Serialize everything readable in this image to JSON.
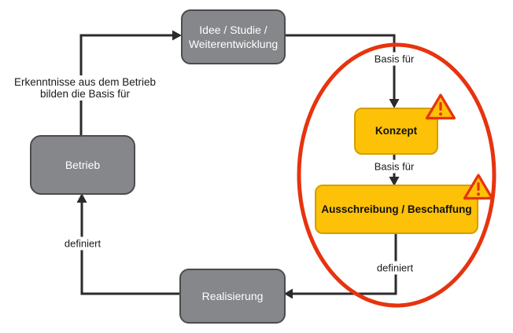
{
  "diagram": {
    "nodes": {
      "idee": {
        "line1": "Idee / Studie /",
        "line2": "Weiterentwicklung"
      },
      "betrieb": {
        "label": "Betrieb"
      },
      "realisierung": {
        "label": "Realisierung"
      },
      "konzept": {
        "label": "Konzept"
      },
      "ausschreibung": {
        "label": "Ausschreibung / Beschaffung"
      }
    },
    "edge_labels": {
      "erkenntnisse_line1": "Erkenntnisse aus dem Betrieb",
      "erkenntnisse_line2": "bilden die Basis für",
      "basis_fuer_top": "Basis für",
      "basis_fuer_mid": "Basis für",
      "definiert_bottom": "definiert",
      "definiert_left": "definiert"
    },
    "icons": {
      "warning_triangle": "exclamation-warning"
    },
    "colors": {
      "node_gray": "#85878a",
      "node_gray_border": "#4c4c4e",
      "node_yellow": "#fdc107",
      "node_yellow_border": "#d49e00",
      "arrow_line": "#2b2b2b",
      "highlight_ellipse_red": "#e6340f",
      "warning_red": "#e6340f",
      "text_dark": "#1a1a1a",
      "text_light": "#ffffff"
    }
  }
}
